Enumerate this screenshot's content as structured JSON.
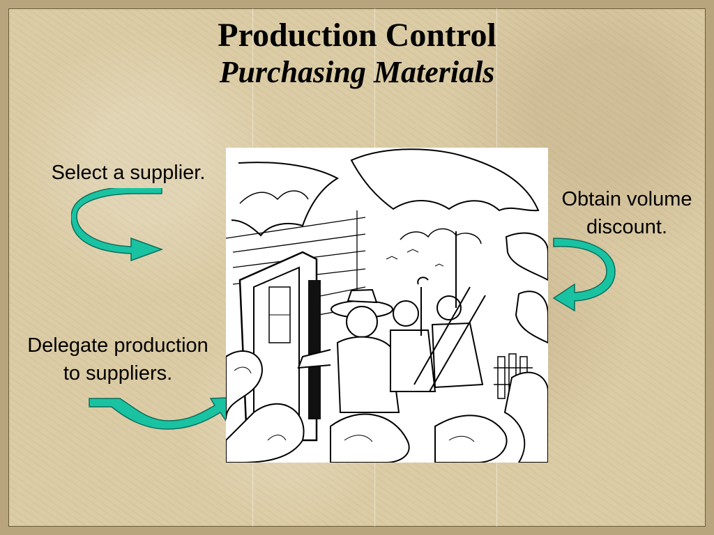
{
  "slide": {
    "title": "Production Control",
    "subtitle": "Purchasing Materials"
  },
  "steps": {
    "select": "Select a supplier.",
    "obtain_line1": "Obtain volume",
    "obtain_line2": "discount.",
    "delegate_line1": "Delegate production",
    "delegate_line2": "to suppliers."
  },
  "illustration": {
    "subject": "workers-entering-house-with-tools"
  },
  "icons": {
    "arrow": "curved-arrow-icon"
  },
  "colors": {
    "arrow": "#19c3a2",
    "arrow_edge": "#0c6d5b",
    "background": "#dccca5"
  }
}
